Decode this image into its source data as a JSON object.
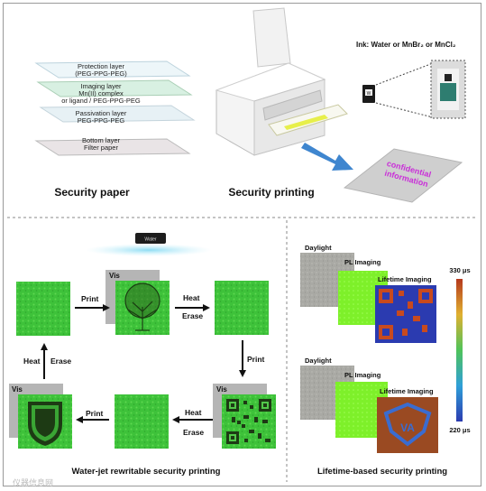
{
  "top": {
    "layers": {
      "protection": [
        "Protection layer",
        "(PEG-PPG-PEG)"
      ],
      "imaging": [
        "Imaging layer",
        "Mn(II) complex",
        "or ligand / PEG-PPG-PEG"
      ],
      "passivation": [
        "Passivation layer",
        "PEG-PPG-PEG"
      ],
      "bottom": [
        "Bottom layer",
        "Filter paper"
      ]
    },
    "ink_label": "Ink: Water or  MnBr₂ or MnCl₂",
    "cartridge_text": "W",
    "confidential": [
      "confidential",
      "information"
    ],
    "caption_left": "Security paper",
    "caption_right": "Security printing"
  },
  "bottom_left": {
    "printer_label": "Water",
    "labels": {
      "print_top": "Print",
      "heat_erase_top": [
        "Heat",
        "Erase"
      ],
      "print_right": "Print",
      "heat_erase_bottom": [
        "Heat",
        "Erase"
      ],
      "print_bottom": "Print",
      "heat_left": "Heat",
      "erase_left": "Erase",
      "vis_top": "Vis",
      "vis_right": "Vis",
      "vis_left": "Vis"
    },
    "caption": "Water-jet rewritable security printing"
  },
  "bottom_right": {
    "row1": {
      "daylight": "Daylight",
      "pl": "PL Imaging",
      "lifetime": "Lifetime Imaging"
    },
    "row2": {
      "daylight": "Daylight",
      "pl": "PL Imaging",
      "lifetime": "Lifetime Imaging"
    },
    "colorbar": {
      "max": "330 μs",
      "min": "220 μs"
    },
    "caption": "Lifetime-based security printing"
  },
  "watermark": "仪器信息网"
}
